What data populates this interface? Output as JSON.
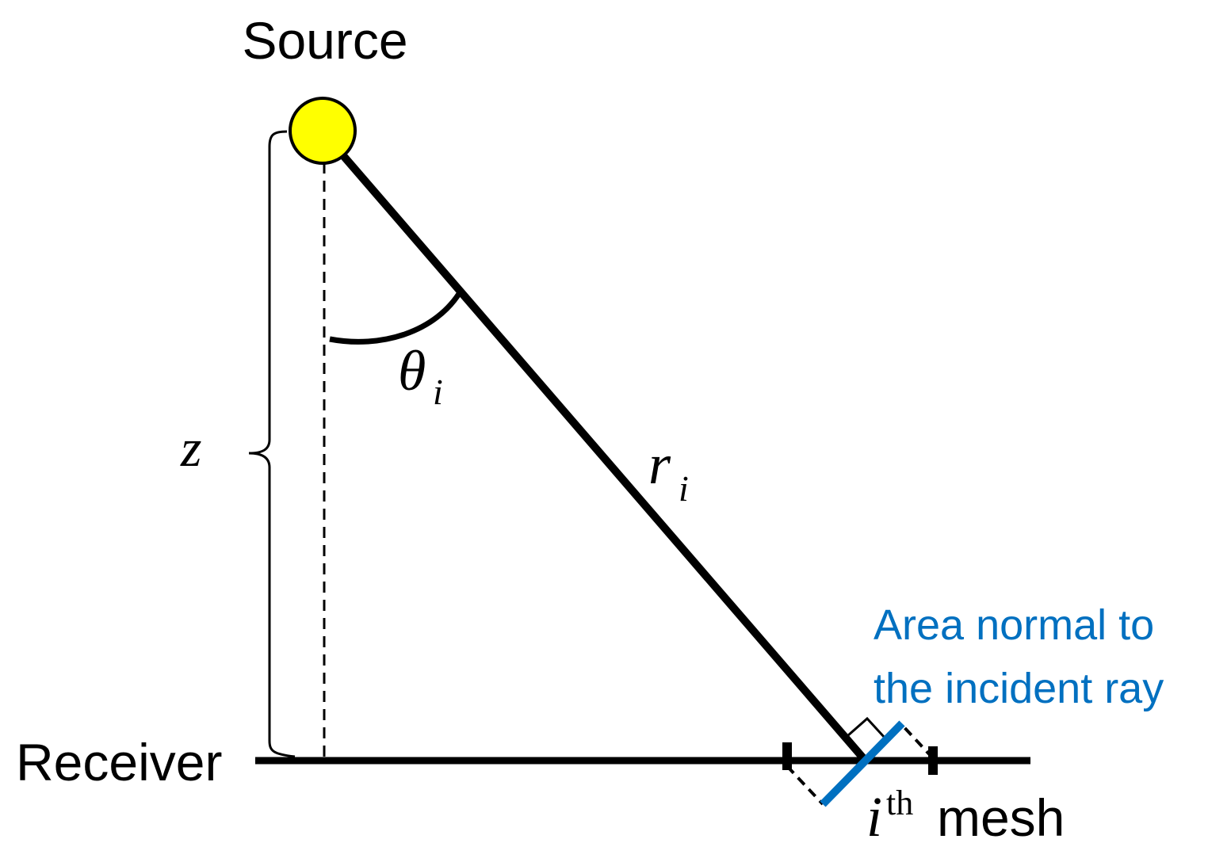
{
  "labels": {
    "source": "Source",
    "receiver": "Receiver",
    "z": "z",
    "theta": "θ",
    "theta_sub": "i",
    "r": "r",
    "r_sub": "i",
    "area_line1": "Area normal to",
    "area_line2": "the incident ray",
    "mesh_i": "i",
    "mesh_sup": "th",
    "mesh_word": "mesh"
  },
  "colors": {
    "source_fill": "#ffff00",
    "line": "#000000",
    "area_normal": "#0070c0"
  }
}
